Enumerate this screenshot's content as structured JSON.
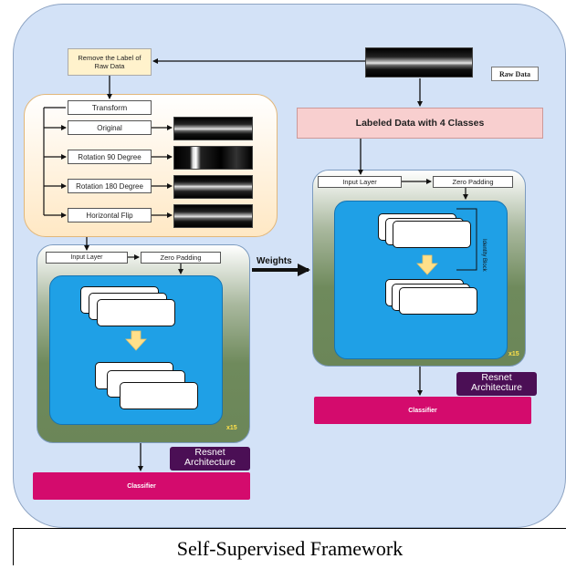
{
  "labels": {
    "remove_label": "Remove the Label of Raw Data",
    "raw_data": "Raw Data",
    "transform": "Transform",
    "original": "Original",
    "rot90": "Rotation  90 Degree",
    "rot180": "Rotation  180 Degree",
    "hflip": "Horizontal Flip",
    "input_layer": "Input Layer",
    "zero_padding": "Zero Padding",
    "labeled_data": "Labeled Data with 4 Classes",
    "weights": "Weights",
    "x15": "x15",
    "resnet_architecture": "Resnet Architecture",
    "classifier": "Classifier",
    "identity_block": "Identity Block"
  },
  "caption": "Self-Supervised Framework",
  "colors": {
    "background_panel": "#d3e2f7",
    "labeled_box": "#f8cfcf",
    "remove_box": "#fff2cc",
    "resnet_blue": "#1fa0e6",
    "classifier": "#d40b6d",
    "resnet_tag": "#4b0f55",
    "down_arrow": "#ffe08a"
  }
}
